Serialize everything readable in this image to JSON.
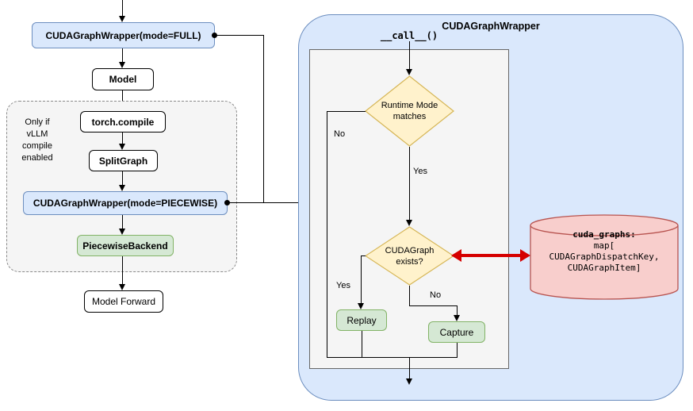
{
  "colors": {
    "blue_fill": "#dae8fc",
    "blue_border": "#6c8ebf",
    "green_fill": "#d5e8d4",
    "green_border": "#82b366",
    "yellow_fill": "#fff2cc",
    "yellow_border": "#d6b656",
    "pink_fill": "#f8cecc",
    "pink_border": "#b85450",
    "gray_fill": "#f5f5f5",
    "red_arrow": "#d50000"
  },
  "left_flow": {
    "wrapper_full": "CUDAGraphWrapper(mode=FULL)",
    "model": "Model",
    "note": "Only if\nvLLM\ncompile\nenabled",
    "torch_compile": "torch.compile",
    "split_graph": "SplitGraph",
    "wrapper_piecewise": "CUDAGraphWrapper(mode=PIECEWISE)",
    "piecewise_backend": "PiecewiseBackend",
    "model_forward": "Model Forward"
  },
  "right_panel": {
    "title": "CUDAGraphWrapper",
    "call_label": "__call__()",
    "decision_runtime": "Runtime Mode\nmatches",
    "decision_exists": "CUDAGraph\nexists?",
    "edge_no_runtime": "No",
    "edge_yes_runtime": "Yes",
    "edge_yes_exists": "Yes",
    "edge_no_exists": "No",
    "replay": "Replay",
    "capture": "Capture"
  },
  "datastore": {
    "name": "cuda_graphs:",
    "type": "map[\nCUDAGraphDispatchKey,\nCUDAGraphItem]"
  }
}
